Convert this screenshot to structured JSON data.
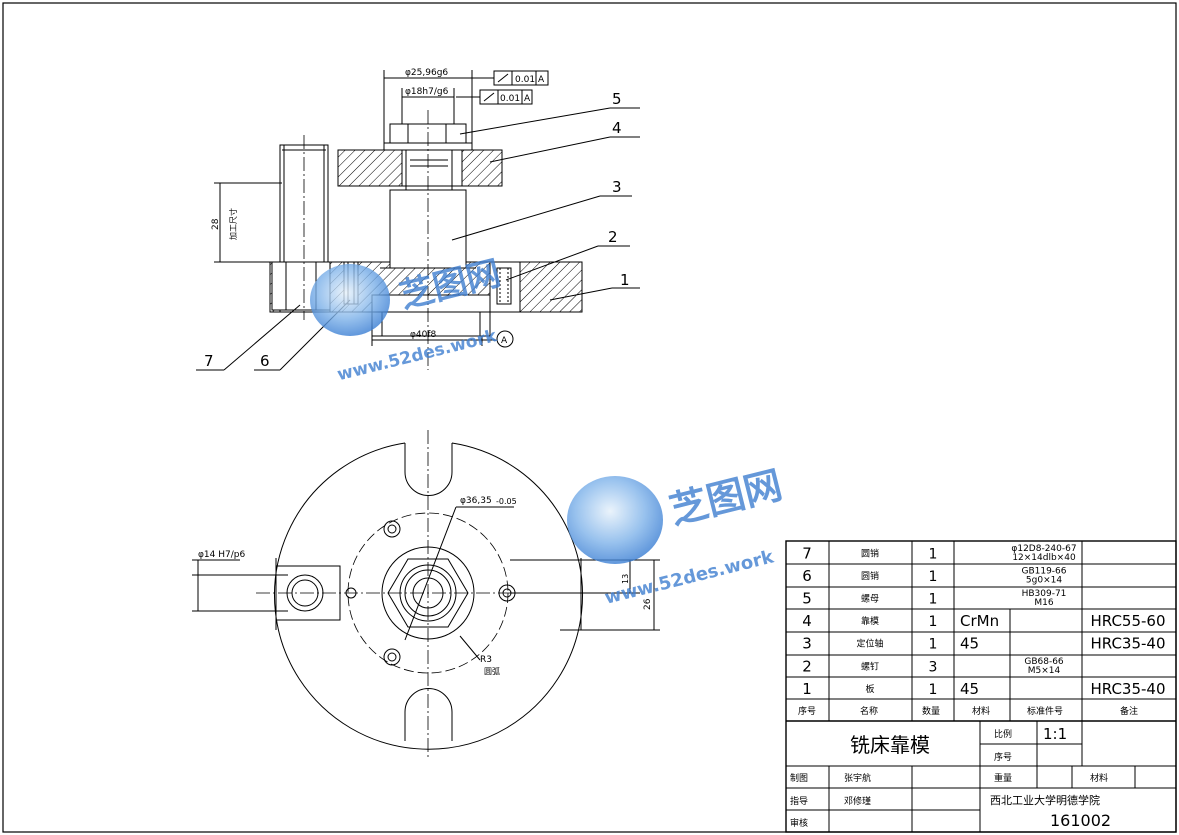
{
  "drawing": {
    "dims": {
      "d_25": "φ25,96g6",
      "d_18": "φ18h7/g6",
      "runout_1": "0.01",
      "runout_2": "0.01",
      "datum": "A",
      "d_40": "φ40f8",
      "h_28": "28",
      "h_28_note": "加工尺寸",
      "d_36": "φ36,35",
      "d_36_tol": "-0.05",
      "d_14": "φ14 H7/p6",
      "dim_13": "13",
      "dim_26": "26",
      "r3": "R3",
      "r3_note": "圆弧"
    },
    "balloons": [
      "1",
      "2",
      "3",
      "4",
      "5",
      "6",
      "7"
    ]
  },
  "watermark": {
    "cn": "芝图网",
    "url1": "www.52des.work",
    "url2": "www.52des.work"
  },
  "bom": {
    "rows": [
      {
        "no": "7",
        "name": "圆销",
        "qty": "1",
        "material": "",
        "standard": "φ12D8-240-67\n12×14dlb×40",
        "note": ""
      },
      {
        "no": "6",
        "name": "圆销",
        "qty": "1",
        "material": "",
        "standard": "GB119-66\n5g0×14",
        "note": ""
      },
      {
        "no": "5",
        "name": "螺母",
        "qty": "1",
        "material": "",
        "standard": "HB309-71\nM16",
        "note": ""
      },
      {
        "no": "4",
        "name": "靠模",
        "qty": "1",
        "material": "CrMn",
        "standard": "",
        "note": "HRC55-60"
      },
      {
        "no": "3",
        "name": "定位轴",
        "qty": "1",
        "material": "45",
        "standard": "",
        "note": "HRC35-40"
      },
      {
        "no": "2",
        "name": "螺钉",
        "qty": "3",
        "material": "",
        "standard": "GB68-66\nM5×14",
        "note": ""
      },
      {
        "no": "1",
        "name": "板",
        "qty": "1",
        "material": "45",
        "standard": "",
        "note": "HRC35-40"
      }
    ],
    "headers": {
      "no": "序号",
      "name": "名称",
      "qty": "数量",
      "material": "材料",
      "standard": "标准件号",
      "note": "备注"
    }
  },
  "title_block": {
    "title": "铣床靠模",
    "scale_label": "比例",
    "scale": "1:1",
    "seq_label": "序号",
    "weight_label": "重量",
    "material_label": "材料",
    "drawn_label": "制图",
    "drawn_by": "张宇航",
    "guide_label": "指导",
    "guide_by": "邓修瑾",
    "check_label": "审核",
    "school": "西北工业大学明德学院",
    "drawing_no": "161002"
  }
}
